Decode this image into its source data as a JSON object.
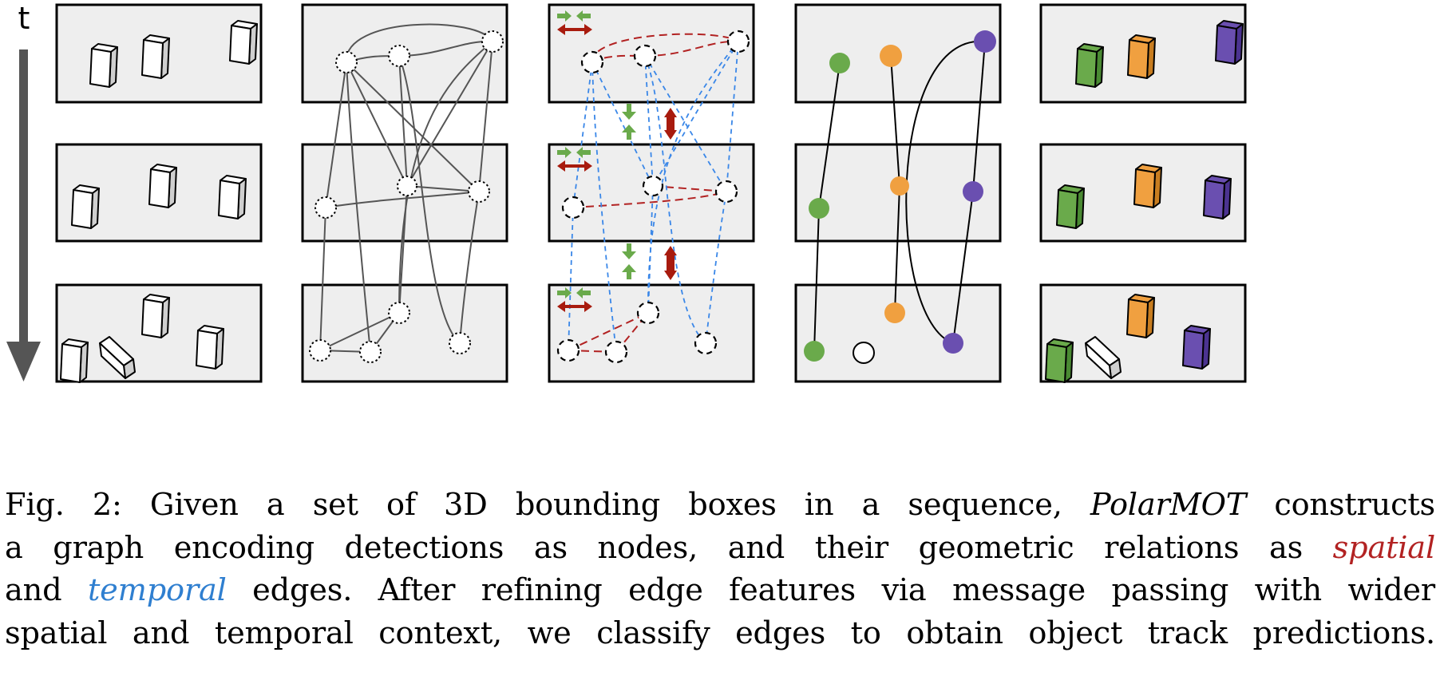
{
  "time_axis": {
    "label": "t"
  },
  "colors": {
    "frame_fill": "#eeeeee",
    "track_green": "#6aaa4b",
    "track_orange": "#f0a040",
    "track_purple": "#6a4fb0",
    "spatial_red": "#b22222",
    "temporal_blue": "#3a87e8",
    "axis_gray": "#555555"
  },
  "columns": [
    "3d-detections",
    "detection-graph",
    "spatial-temporal-edges",
    "track-association",
    "track-predictions"
  ],
  "caption": {
    "line1_a": "Fig. 2: Given a set of 3D bounding boxes in a sequence, ",
    "method_name": "PolarMOT",
    "line1_b": " constructs",
    "line2_a": "a graph encoding detections as nodes, and their geometric relations as ",
    "spatial_word": "spatial",
    "line3_a": "and ",
    "temporal_word": "temporal",
    "line3_b": " edges. After refining edge features via message passing with wider",
    "line4": "spatial and temporal context, we classify edges to obtain object track predictions."
  }
}
